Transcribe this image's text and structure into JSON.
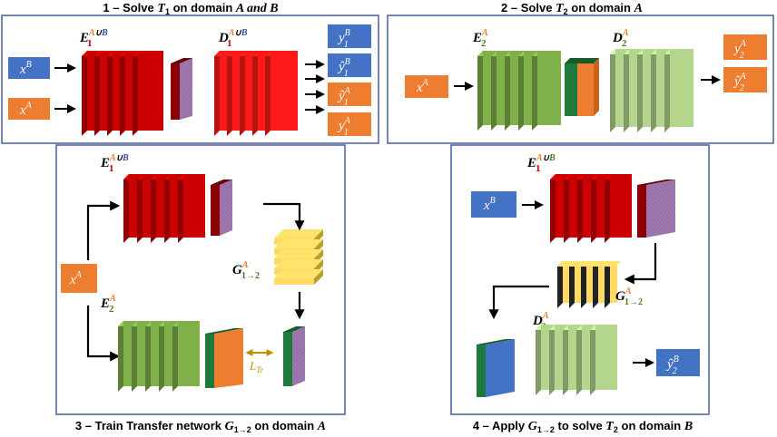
{
  "colors": {
    "frame": "#4a5e9a",
    "encoder_red": "#cc0000",
    "decoder_red": "#ff1a1a",
    "green_dark": "#7fb04a",
    "green_light": "#b4d68c",
    "orange": "#ed7d31",
    "blue": "#4472c4",
    "yellow": "#ffd966",
    "label_red": "#c00000",
    "label_blue": "#2e4fa3",
    "label_orange": "#ed7d31",
    "label_green": "#4e7a1e",
    "loss_arrow": "#bf9000"
  },
  "panels": {
    "p1": {
      "title_num": "1",
      "title_text": "Solve",
      "title_task": "T",
      "title_task_sub": "1",
      "title_domain_text": "on domain",
      "title_domain": "A and B",
      "enc_base": "E",
      "enc_sub": "1",
      "enc_sup_a": "A",
      "enc_sup_cup": "∪",
      "enc_sup_b": "B",
      "dec_base": "D",
      "dec_sub": "1",
      "dec_sup_a": "A",
      "dec_sup_cup": "∪",
      "dec_sup_b": "B",
      "in_top": "x",
      "in_top_sup": "B",
      "in_bottom": "x",
      "in_bottom_sup": "A",
      "outputs": [
        {
          "base": "y",
          "sup": "B",
          "sub": "1",
          "hat": false,
          "color": "blue"
        },
        {
          "base": "ŷ",
          "sup": "B",
          "sub": "1",
          "hat": true,
          "color": "blue"
        },
        {
          "base": "ŷ",
          "sup": "A",
          "sub": "1",
          "hat": true,
          "color": "orange"
        },
        {
          "base": "y",
          "sup": "A",
          "sub": "1",
          "hat": false,
          "color": "orange"
        }
      ]
    },
    "p2": {
      "title_num": "2",
      "title_text": "Solve",
      "title_task": "T",
      "title_task_sub": "2",
      "title_domain_text": "on domain",
      "title_domain": "A",
      "enc_base": "E",
      "enc_sub": "2",
      "enc_sup": "A",
      "dec_base": "D",
      "dec_sub": "2",
      "dec_sup": "A",
      "in": "x",
      "in_sup": "A",
      "outputs": [
        {
          "base": "y",
          "sup": "A",
          "sub": "2"
        },
        {
          "base": "ŷ",
          "sup": "A",
          "sub": "2"
        }
      ]
    },
    "p3": {
      "title_num": "3",
      "title_text": "Train Transfer network",
      "title_g": "G",
      "title_g_sub": "1→2",
      "title_domain_text": "on domain",
      "title_domain": "A",
      "enc1_base": "E",
      "enc1_sub": "1",
      "enc1_sup_a": "A",
      "enc1_sup_cup": "∪",
      "enc1_sup_b": "B",
      "enc2_base": "E",
      "enc2_sub": "2",
      "enc2_sup": "A",
      "g_base": "G",
      "g_sup": "A",
      "g_sub": "1→2",
      "in": "x",
      "in_sup": "A",
      "loss": "L",
      "loss_sub": "Tr"
    },
    "p4": {
      "title_num": "4",
      "title_text": "Apply",
      "title_g": "G",
      "title_g_sub": "1→2",
      "title_mid": "to solve",
      "title_task": "T",
      "title_task_sub": "2",
      "title_domain_text": "on domain",
      "title_domain": "B",
      "enc_base": "E",
      "enc_sub": "1",
      "enc_sup_a": "A",
      "enc_sup_cup": "∪",
      "enc_sup_b": "B",
      "dec_base": "D",
      "dec_sub": "2",
      "dec_sup": "A",
      "g_base": "G",
      "g_sup": "A",
      "g_sub": "1→2",
      "in": "x",
      "in_sup": "B",
      "out": "ŷ",
      "out_sup": "B",
      "out_sub": "2"
    }
  }
}
